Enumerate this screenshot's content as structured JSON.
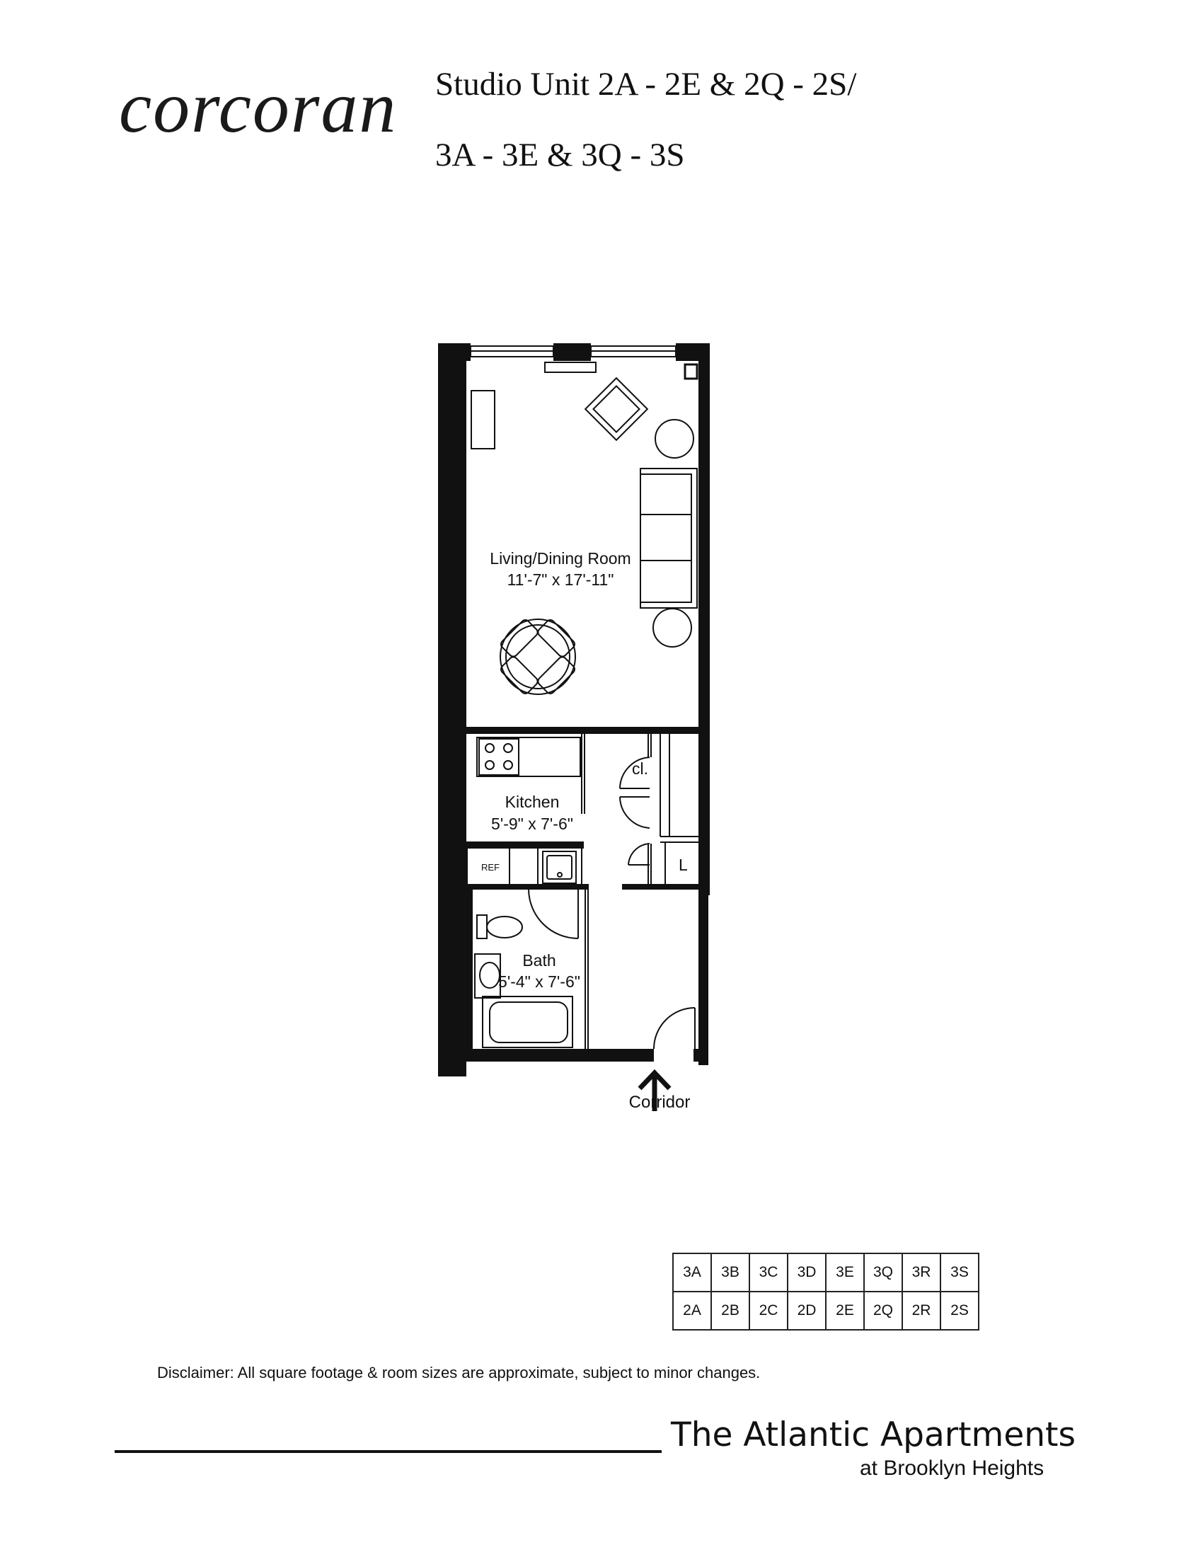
{
  "brand": {
    "logo_text": "corcoran"
  },
  "title": {
    "line1": "Studio Unit 2A - 2E & 2Q - 2S/",
    "line2": "3A - 3E & 3Q - 3S"
  },
  "rooms": {
    "living": {
      "name": "Living/Dining Room",
      "size": "11'-7\" x 17'-11\""
    },
    "kitchen": {
      "name": "Kitchen",
      "size": "5'-9\" x 7'-6\""
    },
    "bath": {
      "name": "Bath",
      "size": "5'-4\" x 7'-6\""
    },
    "closet_label": "cl.",
    "linen_label": "L",
    "ref_label": "REF"
  },
  "corridor_label": "Corridor",
  "unit_grid": [
    [
      "3A",
      "3B",
      "3C",
      "3D",
      "3E",
      "3Q",
      "3R",
      "3S"
    ],
    [
      "2A",
      "2B",
      "2C",
      "2D",
      "2E",
      "2Q",
      "2R",
      "2S"
    ]
  ],
  "disclaimer": "Disclaimer:  All square footage & room sizes are approximate, subject to minor changes.",
  "footer": {
    "name": "The Atlantic Apartments",
    "subtitle": "at Brooklyn Heights"
  }
}
